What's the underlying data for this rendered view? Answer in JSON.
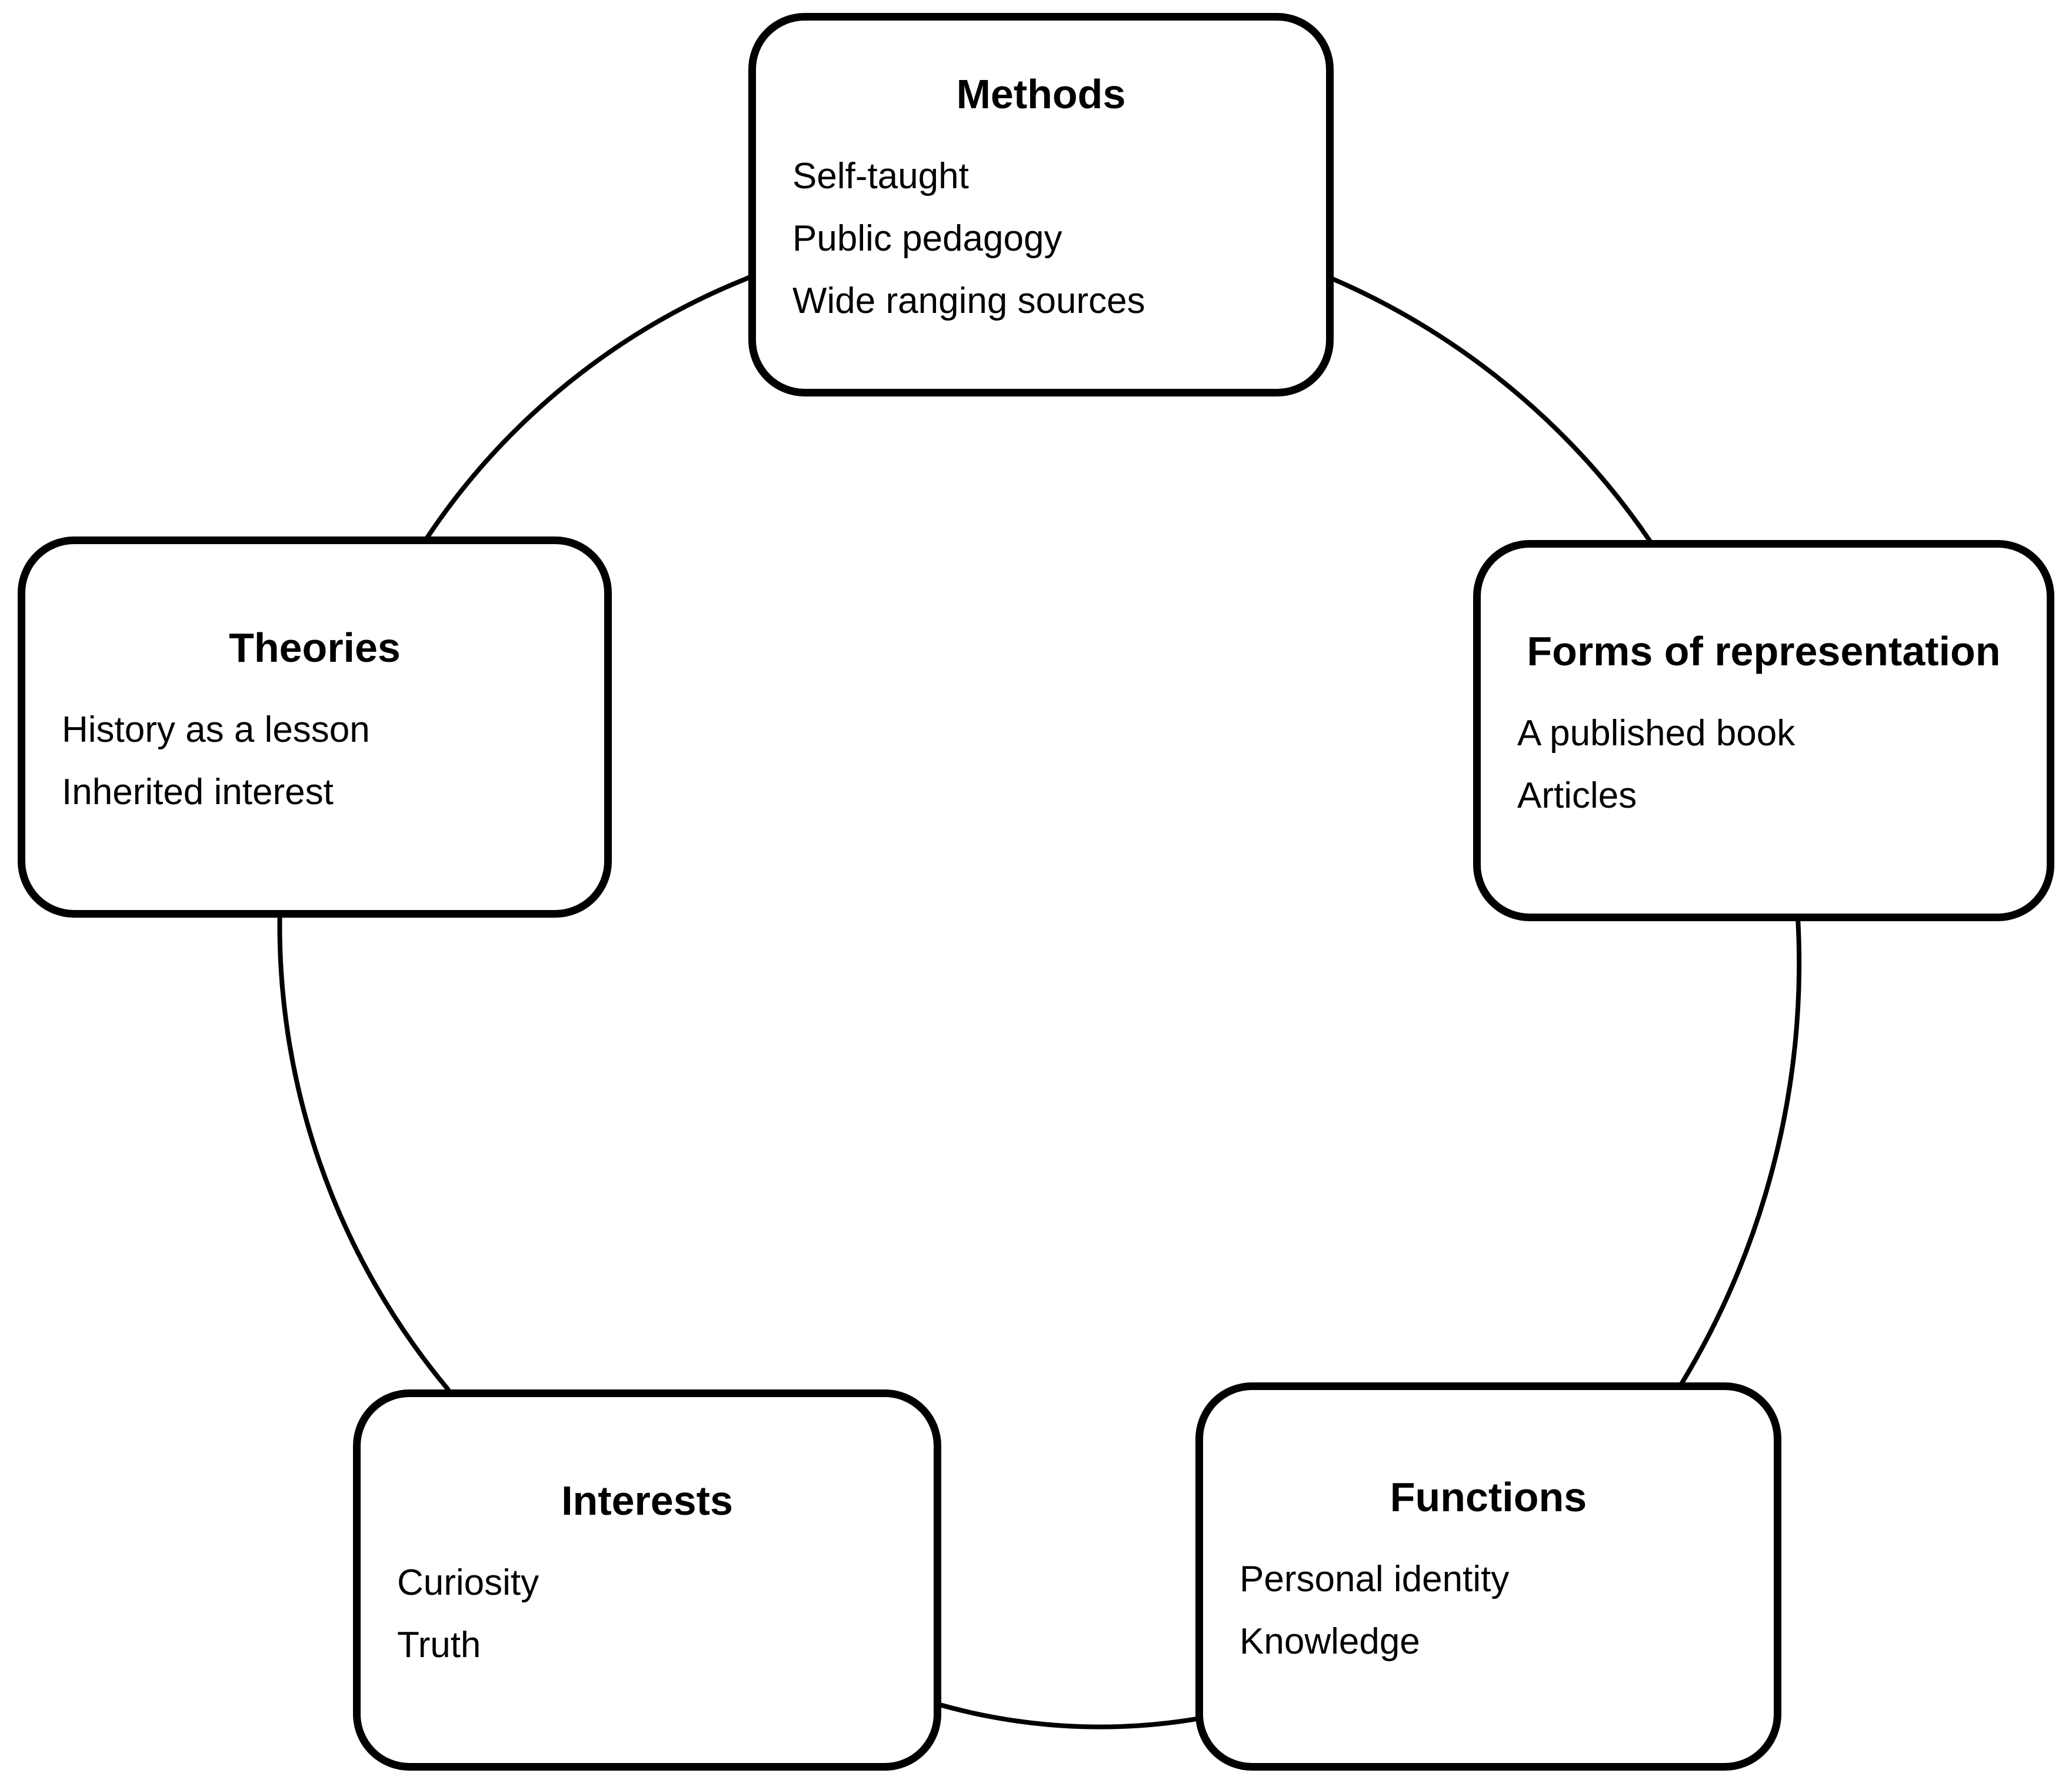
{
  "diagram": {
    "type": "cycle",
    "nodes": [
      {
        "id": "methods",
        "title": "Methods",
        "items": [
          "Self-taught",
          "Public pedagogy",
          "Wide ranging sources"
        ]
      },
      {
        "id": "theories",
        "title": "Theories",
        "items": [
          "History as a lesson",
          "Inherited interest"
        ]
      },
      {
        "id": "forms",
        "title": "Forms of representation",
        "items": [
          "A published book",
          "Articles"
        ]
      },
      {
        "id": "interests",
        "title": "Interests",
        "items": [
          "Curiosity",
          "Truth"
        ]
      },
      {
        "id": "functions",
        "title": "Functions",
        "items": [
          "Personal identity",
          "Knowledge"
        ]
      }
    ],
    "colors": {
      "stroke": "#000000",
      "box_fill": "#ffffff",
      "background": "#ffffff"
    }
  }
}
